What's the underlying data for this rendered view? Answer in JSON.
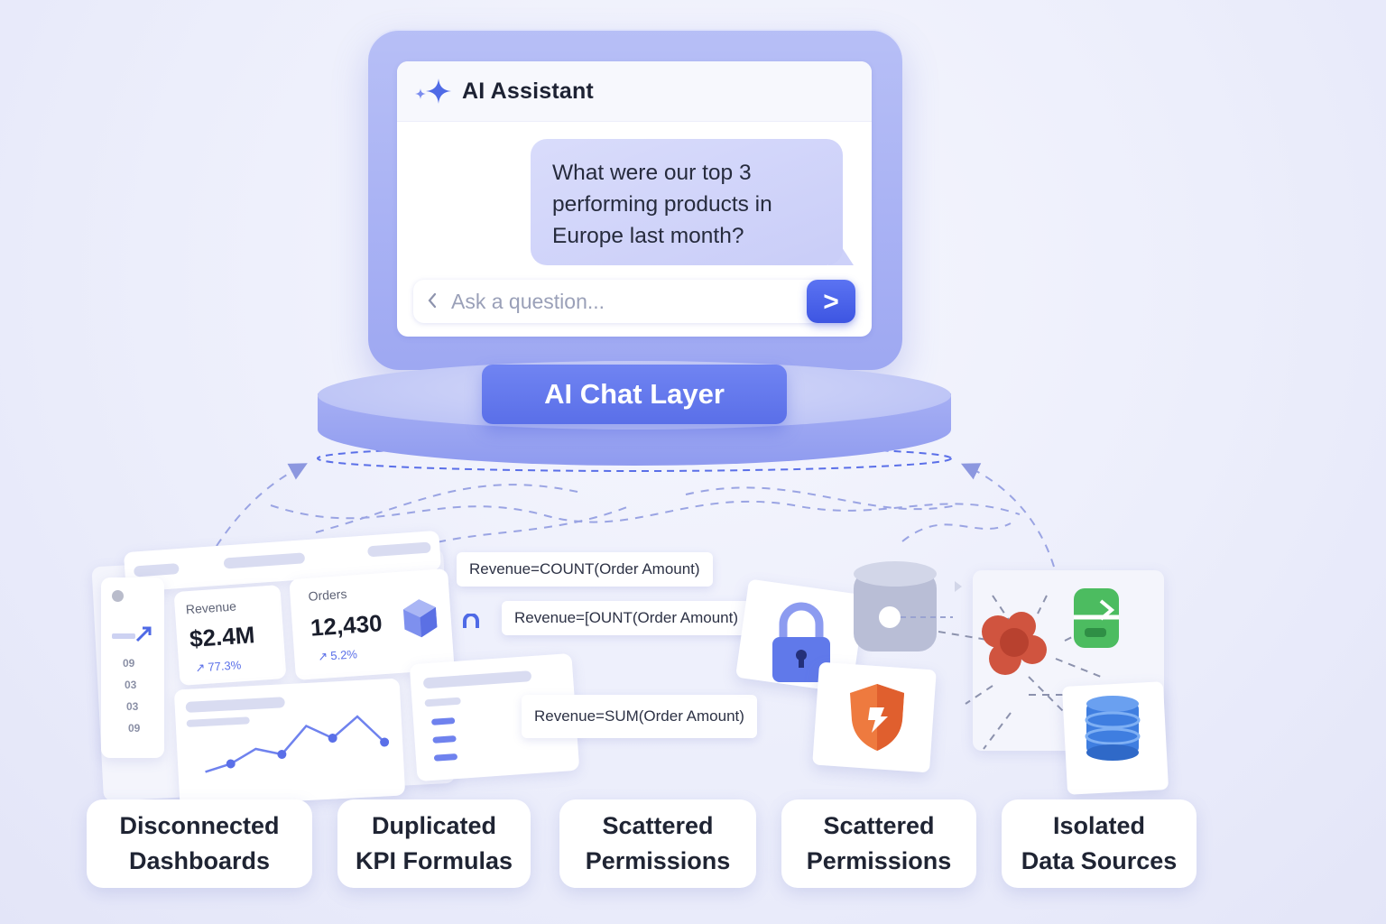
{
  "assistant": {
    "title": "AI Assistant",
    "user_message": "What were our top 3 performing products in Europe last month?",
    "input_placeholder": "Ask a question...",
    "send_label": ">"
  },
  "layer": {
    "label": "AI Chat Layer"
  },
  "dashboard": {
    "revenue": {
      "label": "Revenue",
      "value": "$2.4M",
      "delta": "77.3%"
    },
    "orders": {
      "label": "Orders",
      "value": "12,430",
      "delta": "5.2%"
    },
    "side_items": [
      "09",
      "03",
      "03",
      "09"
    ]
  },
  "formulas": [
    "Revenue=COUNT(Order Amount)",
    "Revenue=[OUNT(Order Amount)",
    "Revenue=SUM(Order Amount)"
  ],
  "line_chart": {
    "values": [
      3,
      4,
      6,
      5,
      9,
      7,
      10,
      6
    ]
  },
  "labels": [
    "Disconnected\nDashboards",
    "Duplicated\nKPI Formulas",
    "Scattered\nPermissions",
    "Scattered\nPermissions",
    "Isolated\nData Sources"
  ],
  "colors": {
    "accent": "#5a6fe8",
    "lock": "#5f75e8",
    "shield": "#e8703a",
    "puzzle": "#d0543f",
    "file": "#45b35a",
    "database": "#3f7ee0"
  }
}
